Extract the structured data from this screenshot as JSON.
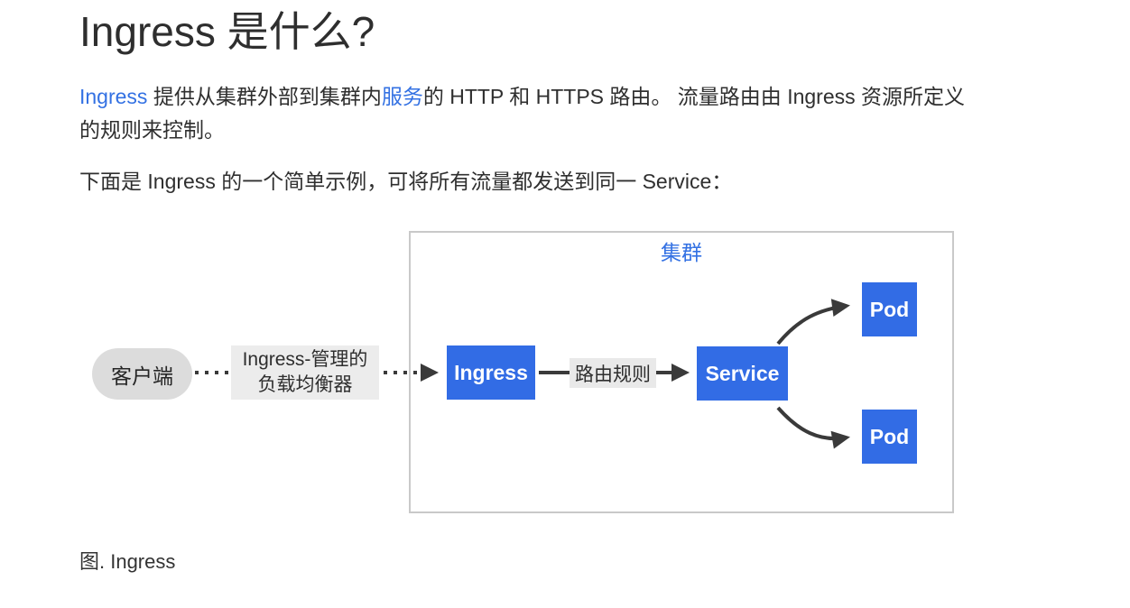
{
  "page": {
    "title": "Ingress 是什么?",
    "intro": {
      "link_ingress": "Ingress",
      "text_a": " 提供从集群外部到集群内",
      "link_service": "服务",
      "text_b": "的 HTTP 和 HTTPS 路由。 流量路由由 Ingress 资源所定义的规则来控制。"
    },
    "example_line": "下面是 Ingress 的一个简单示例，可将所有流量都发送到同一 Service：",
    "figure_caption": "图. Ingress"
  },
  "diagram": {
    "cluster_label": "集群",
    "client_label": "客户端",
    "lb_label_line1": "Ingress-管理的",
    "lb_label_line2": "负载均衡器",
    "ingress_label": "Ingress",
    "route_label": "路由规则",
    "service_label": "Service",
    "pod_top_label": "Pod",
    "pod_bottom_label": "Pod"
  },
  "colors": {
    "node_blue": "#326ce5",
    "link_blue": "#3371e3",
    "cluster_border_gray": "#c9c9c9",
    "client_gray": "#dcdcdc",
    "label_bg_gray": "#ececec",
    "arrow_dark": "#3a3a3a",
    "text_dark": "#303030"
  }
}
